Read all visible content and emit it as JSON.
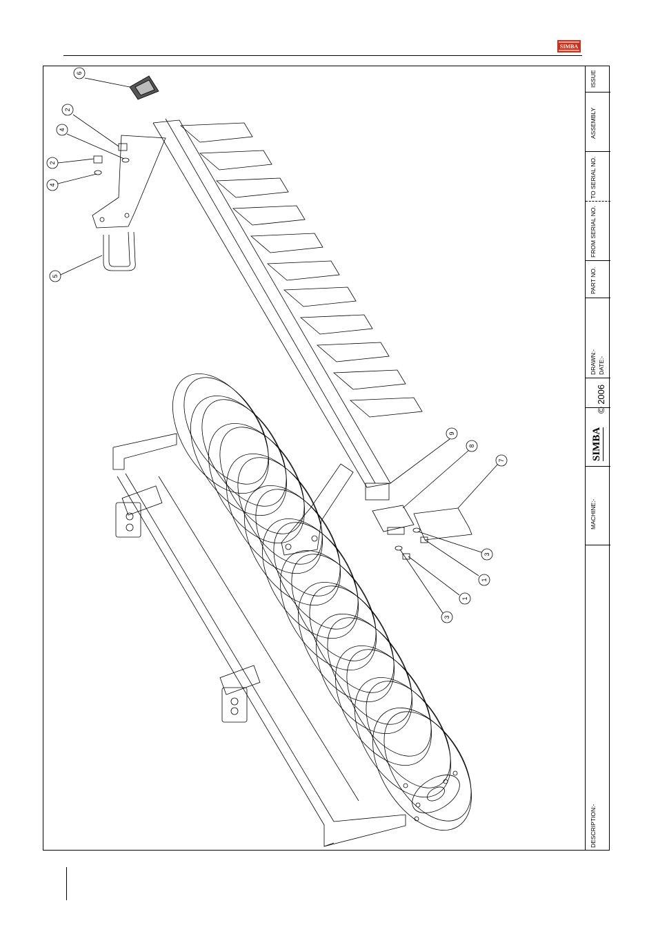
{
  "brand": {
    "logo_text": "SIMBA"
  },
  "title_block": {
    "issue_label": "ISSUE",
    "assembly_label": "ASSEMBLY",
    "to_serial_label": "TO SERIAL NO.",
    "from_serial_label": "FROM SERIAL NO.",
    "part_no_label": "PART NO.",
    "drawn_label": "DRAWN:-",
    "date_label": "DATE:-",
    "copyright": "© 2006",
    "logo_text": "SIMBA",
    "machine_label": "MACHINE:-",
    "description_label": "DESCRIPTION:-"
  },
  "callouts": [
    {
      "id": "c6",
      "label": "6"
    },
    {
      "id": "c2a",
      "label": "2"
    },
    {
      "id": "c4a",
      "label": "4"
    },
    {
      "id": "c2b",
      "label": "2"
    },
    {
      "id": "c4b",
      "label": "4"
    },
    {
      "id": "c5",
      "label": "5"
    },
    {
      "id": "c9",
      "label": "9"
    },
    {
      "id": "c8",
      "label": "8"
    },
    {
      "id": "c7",
      "label": "7"
    },
    {
      "id": "c3a",
      "label": "3"
    },
    {
      "id": "c1a",
      "label": "1"
    },
    {
      "id": "c1b",
      "label": "1"
    },
    {
      "id": "c3b",
      "label": "3"
    }
  ],
  "colors": {
    "line": "#000000",
    "logo_red": "#c8321e"
  }
}
